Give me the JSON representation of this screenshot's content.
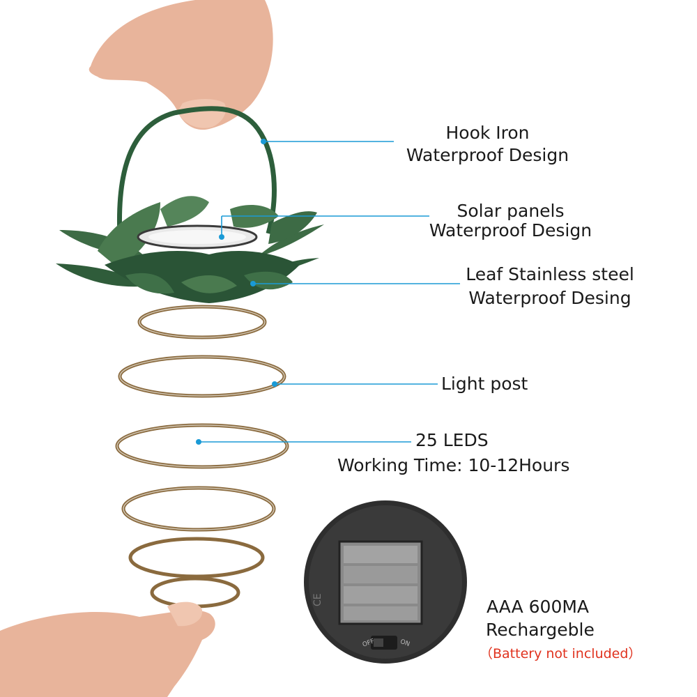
{
  "product": {
    "callouts": {
      "hook": {
        "line1": "Hook Iron",
        "line2": "Waterproof Design"
      },
      "solar": {
        "line1": "Solar panels",
        "line2": "Waterproof Design"
      },
      "leaf": {
        "line1": "Leaf Stainless steel",
        "line2": "Waterproof Desing"
      },
      "post": {
        "line1": "Light post"
      },
      "leds": {
        "line1": "25 LEDS",
        "line2": "Working Time: 10-12Hours"
      }
    },
    "battery": {
      "line1": "AAA 600MA",
      "line2": "Rechargeble",
      "note": "（Battery not included）"
    },
    "switch": {
      "off": "OFF",
      "on": "ON"
    }
  },
  "colors": {
    "leader_line": "#1a9ad6",
    "leaf_green": "#2f5c3a",
    "wire_brown": "#8a6a3e",
    "note_red": "#e0321e"
  }
}
